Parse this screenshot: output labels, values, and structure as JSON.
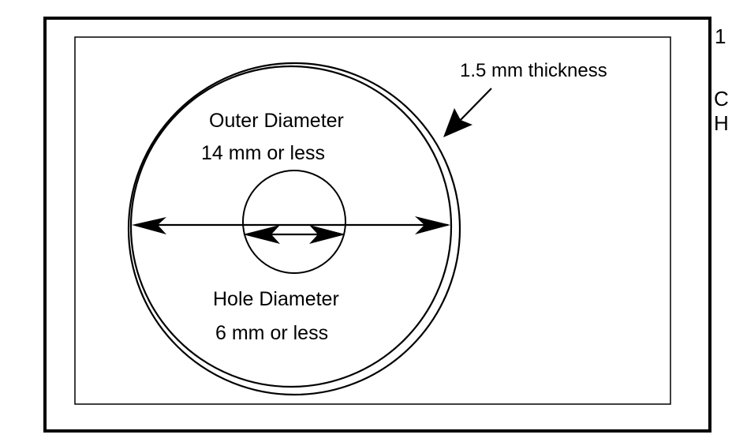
{
  "diagram": {
    "labels": {
      "thickness": "1.5 mm thickness",
      "outer_title": "Outer Diameter",
      "outer_value": "14 mm or less",
      "hole_title": "Hole Diameter",
      "hole_value": "6 mm or less"
    },
    "clipped_edge_text": {
      "line1": "1",
      "line2": "C",
      "line3": "H"
    },
    "colors": {
      "stroke": "#000000",
      "background": "#ffffff"
    }
  }
}
